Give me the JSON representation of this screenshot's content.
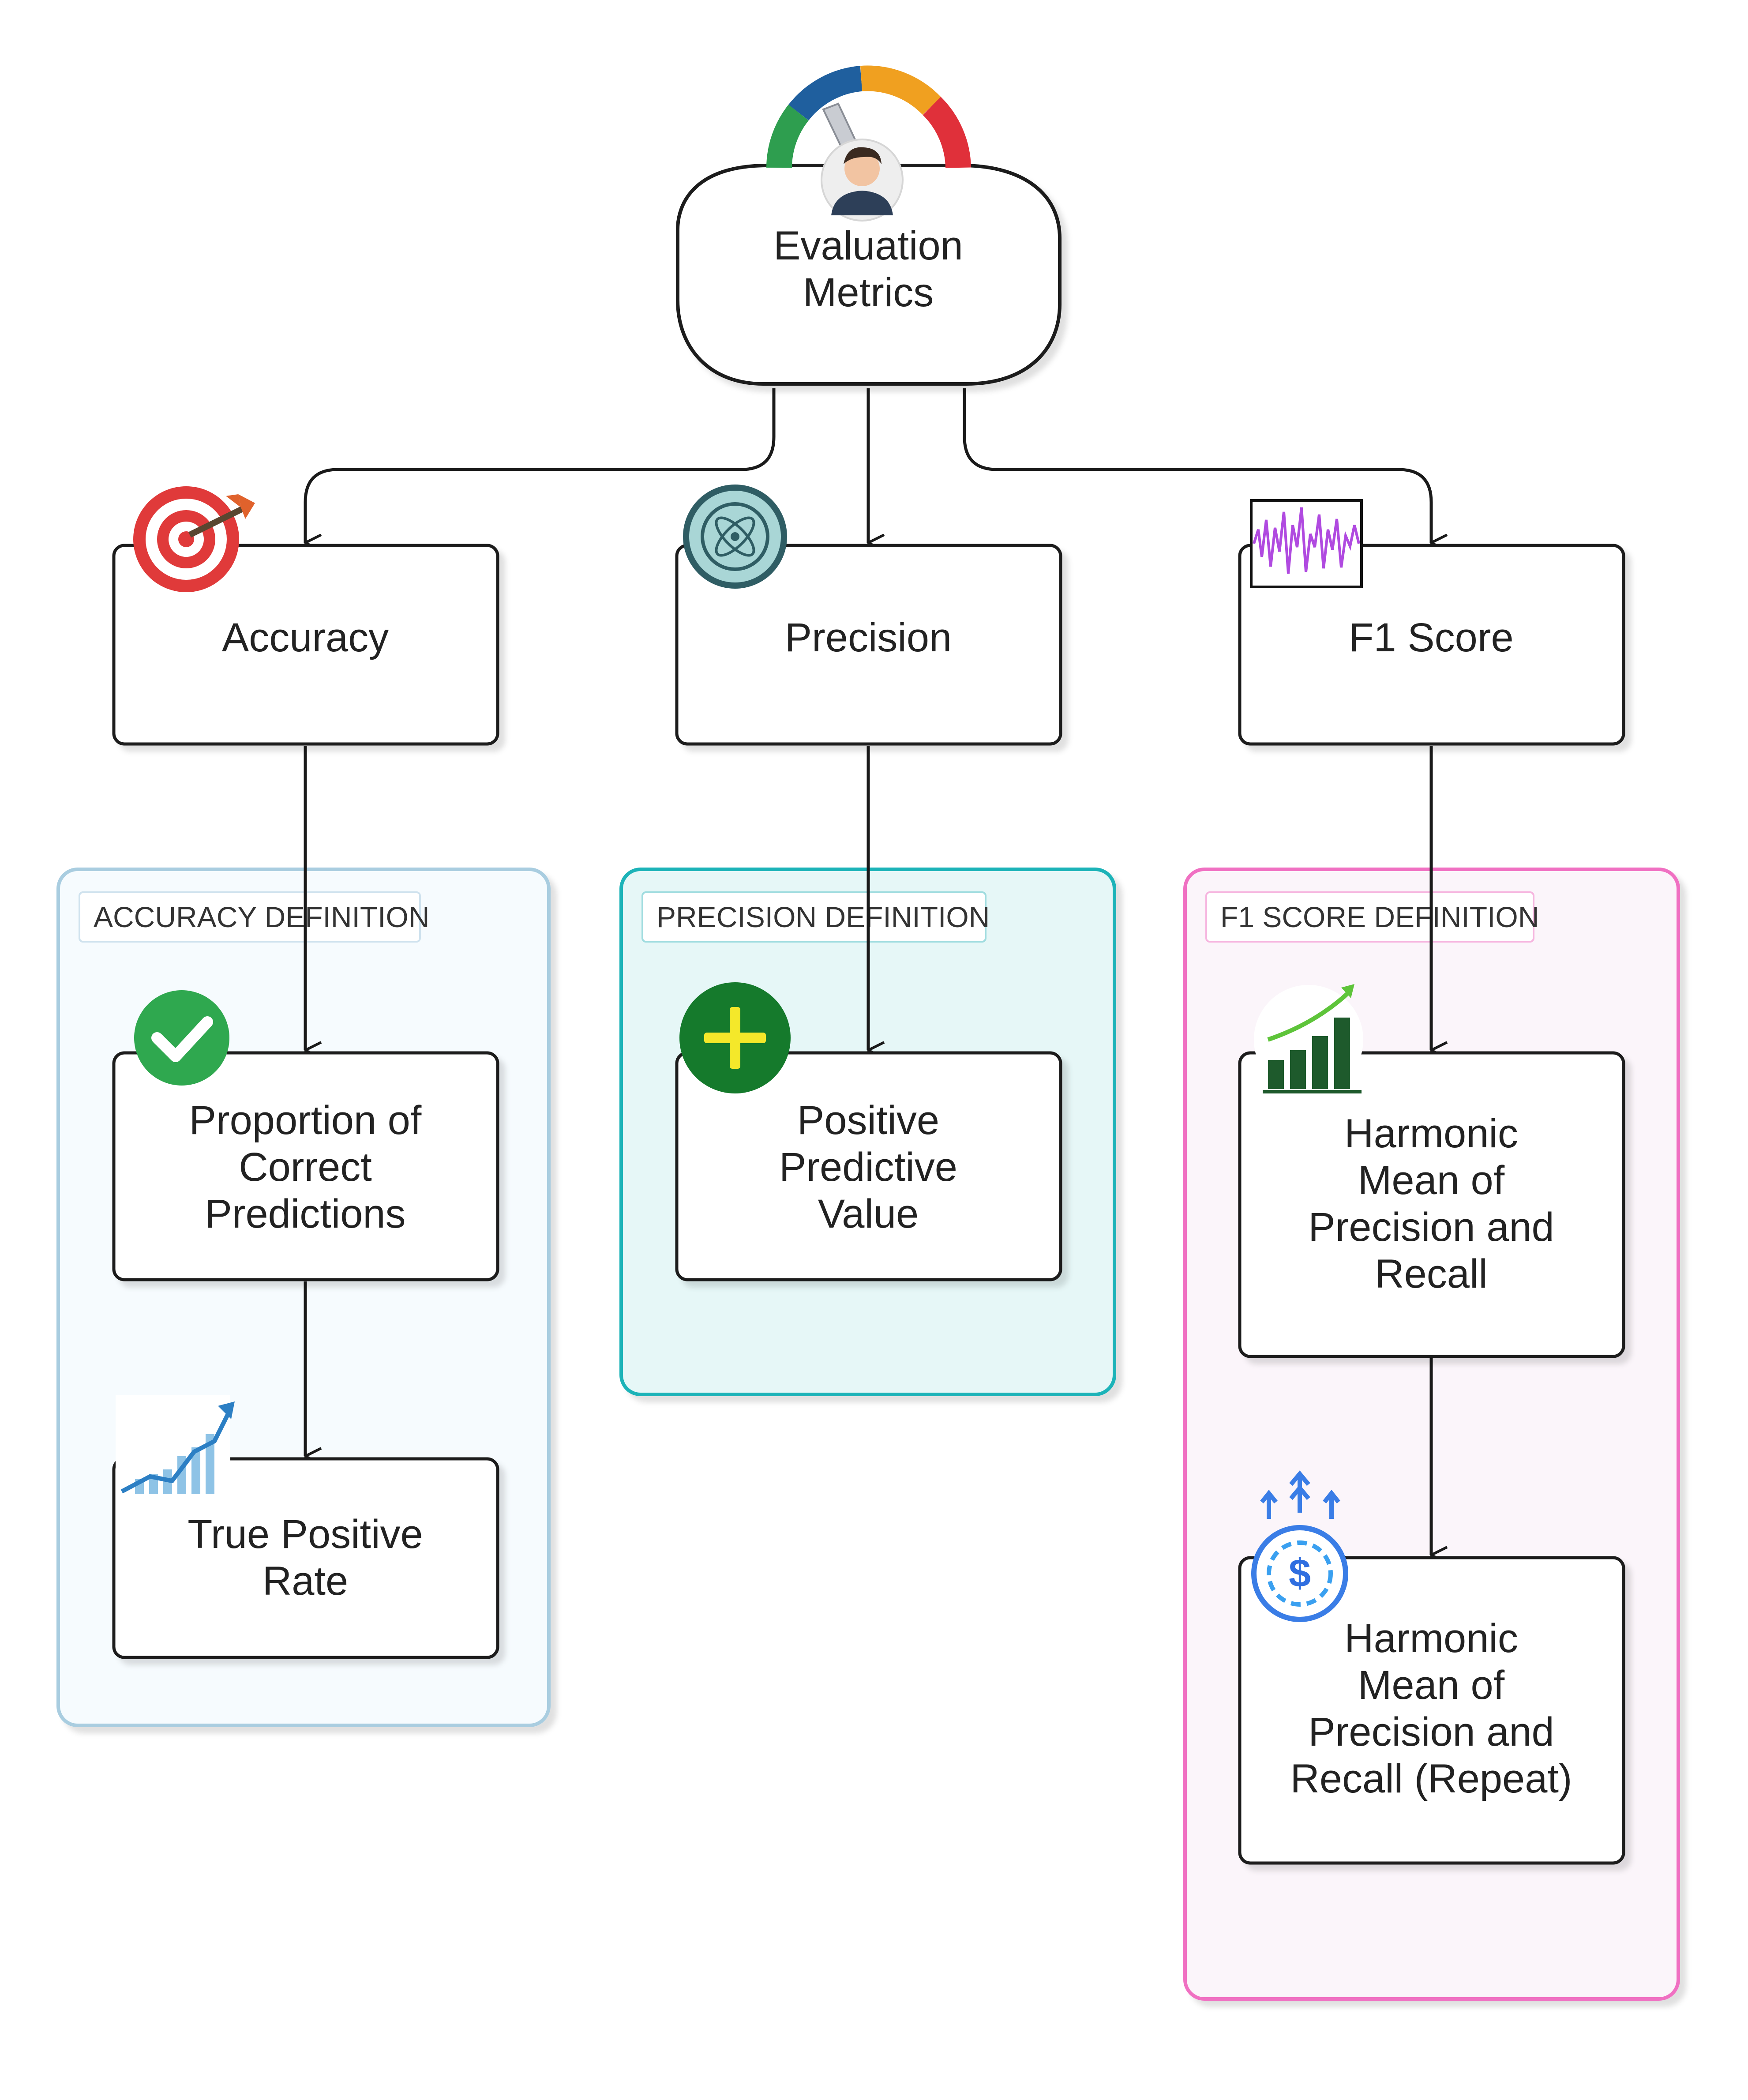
{
  "root": {
    "title": [
      "Evaluation",
      "Metrics"
    ]
  },
  "metrics": [
    {
      "label": "Accuracy",
      "icon": "target-arrow-icon"
    },
    {
      "label": "Precision",
      "icon": "atom-icon"
    },
    {
      "label": "F1 Score",
      "icon": "waveform-icon"
    }
  ],
  "groups": [
    {
      "label": "ACCURACY DEFINITION",
      "accent": "#a9cde0",
      "fill": "#f6fbfe"
    },
    {
      "label": "PRECISION DEFINITION",
      "accent": "#1fb3b8",
      "fill": "#e6f7f7"
    },
    {
      "label": "F1 SCORE DEFINITION",
      "accent": "#f06fc2",
      "fill": "#fbf5fa"
    }
  ],
  "definitions": [
    {
      "lines": [
        "Proportion of",
        "Correct",
        "Predictions"
      ],
      "icon": "check-circle-icon"
    },
    {
      "lines": [
        "True Positive",
        "Rate"
      ],
      "icon": "rising-chart-icon"
    },
    {
      "lines": [
        "Positive",
        "Predictive",
        "Value"
      ],
      "icon": "plus-circle-icon"
    },
    {
      "lines": [
        "Harmonic",
        "Mean of",
        "Precision and",
        "Recall"
      ],
      "icon": "growth-bars-icon"
    },
    {
      "lines": [
        "Harmonic",
        "Mean of",
        "Precision and",
        "Recall (Repeat)"
      ],
      "icon": "dollar-coin-arrows-icon"
    }
  ],
  "colors": {
    "gauge": [
      "#2e9e4f",
      "#1f5f9e",
      "#f0a020",
      "#e0303a"
    ],
    "stroke": "#1a1a1a"
  }
}
